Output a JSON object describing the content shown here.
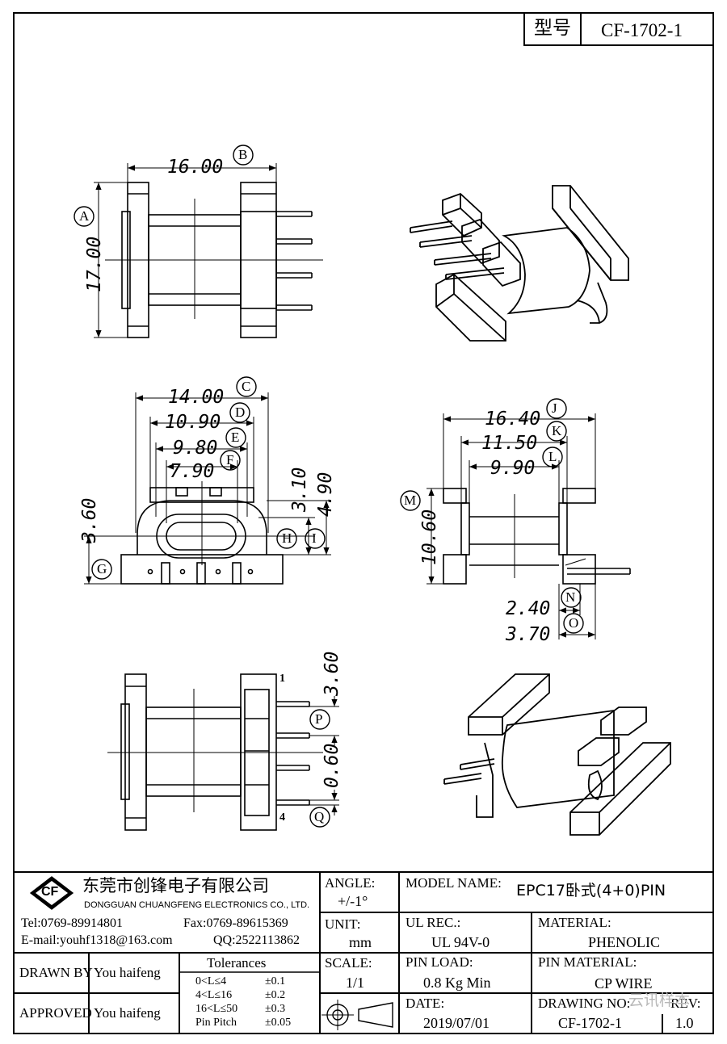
{
  "header": {
    "type_label": "型号",
    "type_value": "CF-1702-1"
  },
  "dimensions": {
    "B": "16.00",
    "A": "17.00",
    "C": "14.00",
    "D": "10.90",
    "E": "9.80",
    "F": "7.90",
    "G": "3.60",
    "H": "3.10",
    "I": "4.90",
    "J": "16.40",
    "K": "11.50",
    "L": "9.90",
    "M": "10.60",
    "N": "2.40",
    "O": "3.70",
    "P": "3.60",
    "Q": "0.60"
  },
  "pin_marks": {
    "first": "1",
    "last": "4"
  },
  "company": {
    "logo_text": "CF",
    "name_cn": "东莞市创锋电子有限公司",
    "name_en": "DONGGUAN CHUANGFENG ELECTRONICS CO., LTD.",
    "tel": "Tel:0769-89914801",
    "fax": "Fax:0769-89615369",
    "email": "E-mail:youhf1318@163.com",
    "qq": "QQ:2522113862"
  },
  "title_block": {
    "angle_label": "ANGLE:",
    "angle_value": "+/-1°",
    "unit_label": "UNIT:",
    "unit_value": "mm",
    "scale_label": "SCALE:",
    "scale_value": "1/1",
    "model_label": "MODEL NAME:",
    "model_value": "EPC17卧式(4+0)PIN",
    "ul_label": "UL REC.:",
    "ul_value": "UL 94V-0",
    "material_label": "MATERIAL:",
    "material_value": "PHENOLIC",
    "pinload_label": "PIN LOAD:",
    "pinload_value": "0.8 Kg Min",
    "pinmat_label": "PIN MATERIAL:",
    "pinmat_value": "CP WIRE",
    "date_label": "DATE:",
    "date_value": "2019/07/01",
    "drawing_label": "DRAWING NO:",
    "drawing_value": "CF-1702-1",
    "rev_label": "REV:",
    "rev_value": "1.0",
    "drawn_label": "DRAWN BY",
    "drawn_value": "You haifeng",
    "approved_label": "APPROVED",
    "approved_value": "You haifeng",
    "tol_title": "Tolerances",
    "tol_rows": [
      {
        "range": "0<L≤4",
        "value": "±0.1"
      },
      {
        "range": "4<L≤16",
        "value": "±0.2"
      },
      {
        "range": "16<L≤50",
        "value": "±0.3"
      },
      {
        "range": "Pin Pitch",
        "value": "±0.05"
      }
    ],
    "watermark": "云讯样本"
  }
}
